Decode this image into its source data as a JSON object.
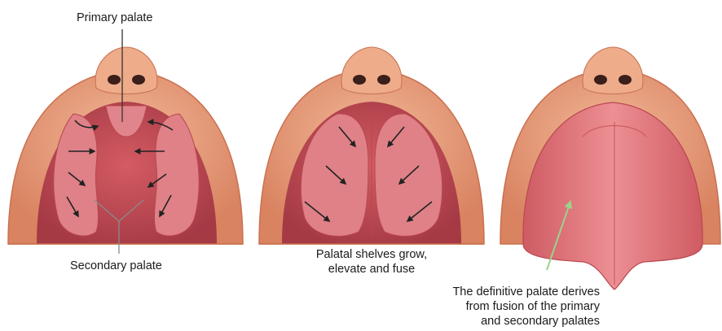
{
  "labels": {
    "primary_palate": "Primary palate",
    "secondary_palate": "Secondary palate",
    "middle_caption": [
      "Palatal shelves grow,",
      "elevate and fuse"
    ],
    "right_caption": [
      "The definitive palate derives",
      "from fusion of the primary",
      "and secondary palates"
    ]
  },
  "colors": {
    "skin": "#e9a37f",
    "skin_dark": "#c9704f",
    "mouth": "#c9505a",
    "shelf": "#dd7e84",
    "palate": "#e57a80",
    "arrow": "#222222",
    "green_arrow": "#9bd38a"
  }
}
